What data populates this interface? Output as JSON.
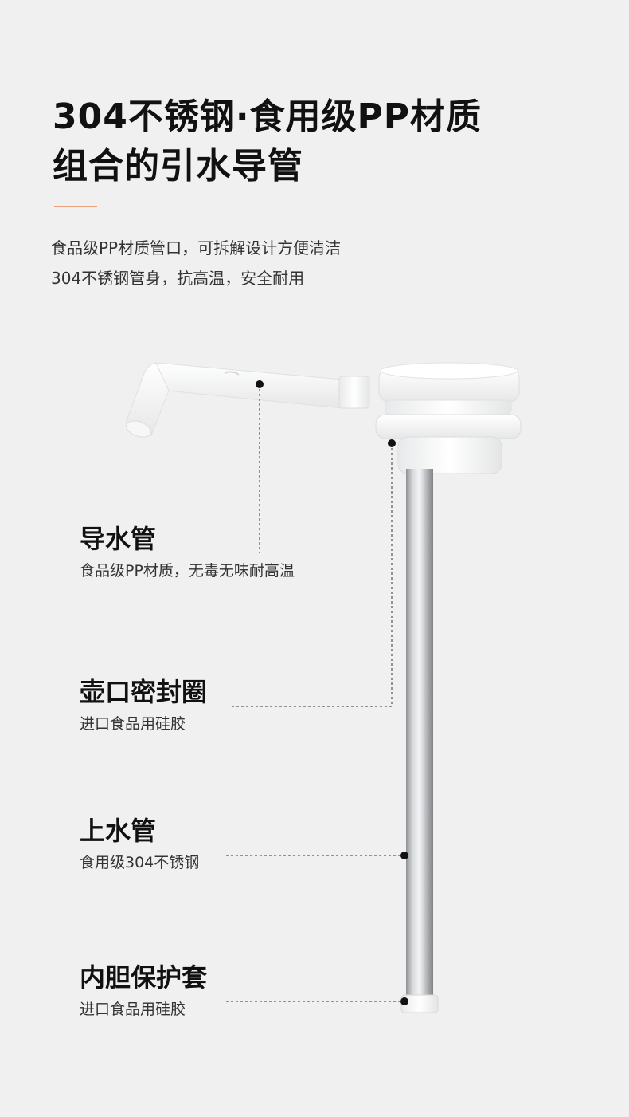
{
  "header": {
    "title_line1": "304不锈钢·食用级PP材质",
    "title_line2": "组合的引水导管",
    "subtitle_line1": "食品级PP材质管口，可拆解设计方便清洁",
    "subtitle_line2": "304不锈钢管身，抗高温，安全耐用"
  },
  "parts": [
    {
      "name": "导水管",
      "desc": "食品级PP材质，无毒无味耐高温"
    },
    {
      "name": "壶口密封圈",
      "desc": "进口食品用硅胶"
    },
    {
      "name": "上水管",
      "desc": "食用级304不锈钢"
    },
    {
      "name": "内胆保护套",
      "desc": "进口食品用硅胶"
    }
  ],
  "colors": {
    "background": "#f0f0f0",
    "accent_line": "#e8a07a",
    "plastic": "#ffffff",
    "steel": "#b9bcc0"
  }
}
